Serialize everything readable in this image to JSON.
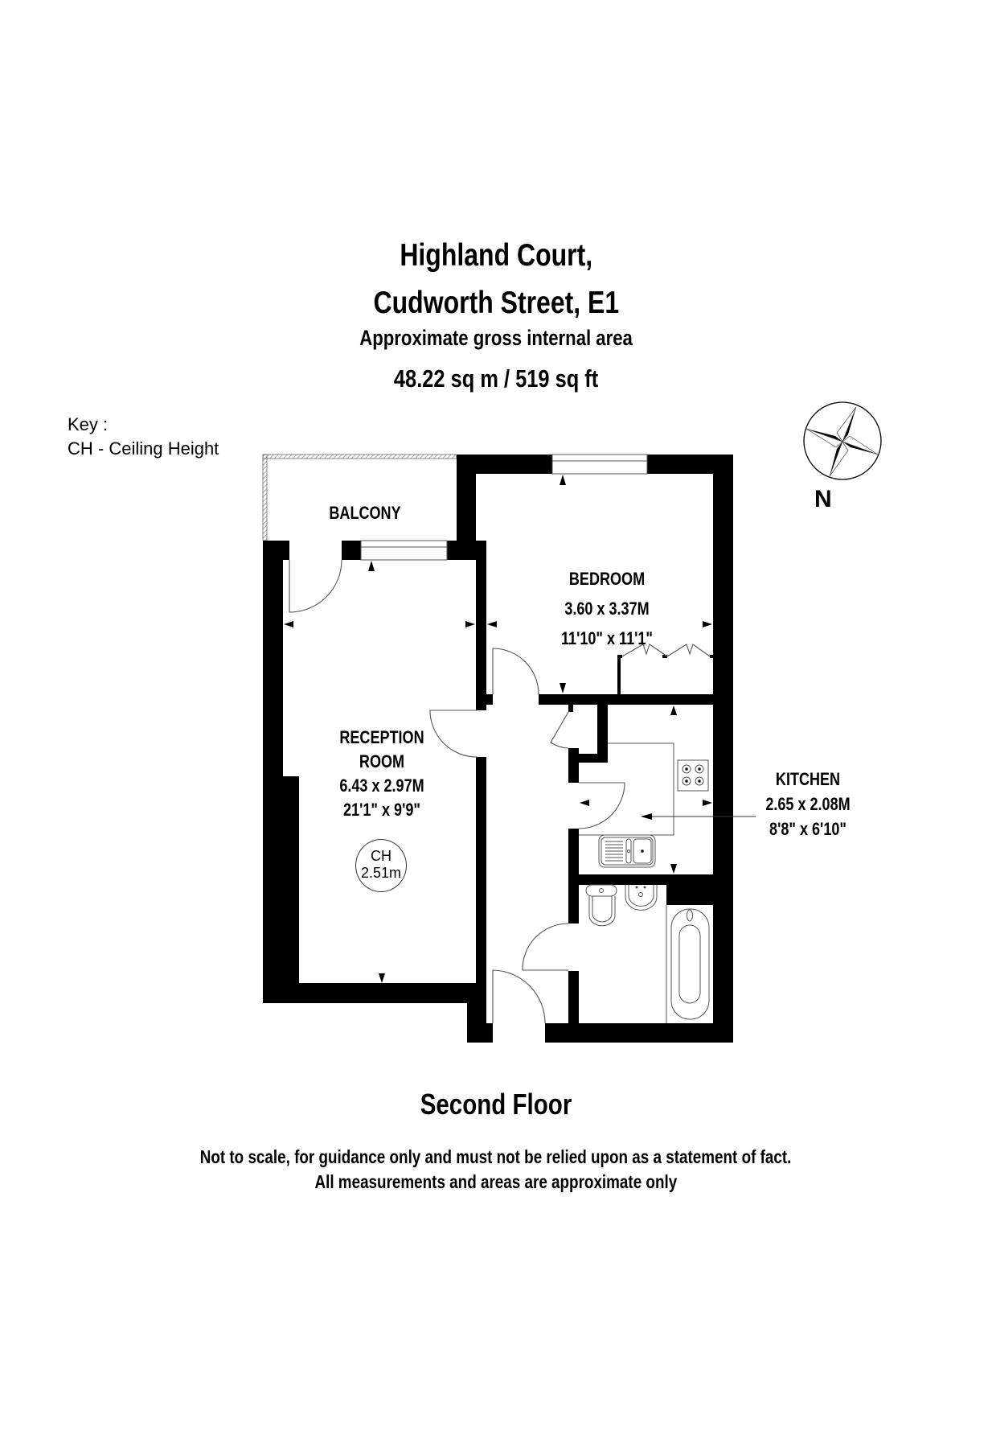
{
  "header": {
    "title_line1": "Highland Court,",
    "title_line2": "Cudworth Street, E1",
    "subtitle": "Approximate gross internal area",
    "area": "48.22 sq m /  519 sq ft"
  },
  "key": {
    "title": "Key :",
    "items": [
      "CH - Ceiling Height"
    ]
  },
  "compass": {
    "icon": "compass-rose-icon",
    "label": "N"
  },
  "rooms": {
    "balcony": {
      "name": "BALCONY"
    },
    "bedroom": {
      "name": "BEDROOM",
      "metric": "3.60 x 3.37M",
      "imperial": "11'10\" x 11'1\""
    },
    "reception": {
      "name_line1": "RECEPTION",
      "name_line2": "ROOM",
      "metric": "6.43 x 2.97M",
      "imperial": "21'1\" x 9'9\""
    },
    "kitchen": {
      "name": "KITCHEN",
      "metric": "2.65 x 2.08M",
      "imperial": "8'8\" x 6'10\""
    }
  },
  "ceiling_height": {
    "label": "CH",
    "value": "2.51m"
  },
  "floor": {
    "label": "Second Floor"
  },
  "disclaimer": {
    "line1": "Not to scale, for guidance only and must not be relied upon as a statement of fact.",
    "line2": "All measurements and areas are approximate only"
  },
  "colors": {
    "wall": "#000000",
    "fixture_line": "#555555",
    "background": "#ffffff"
  }
}
